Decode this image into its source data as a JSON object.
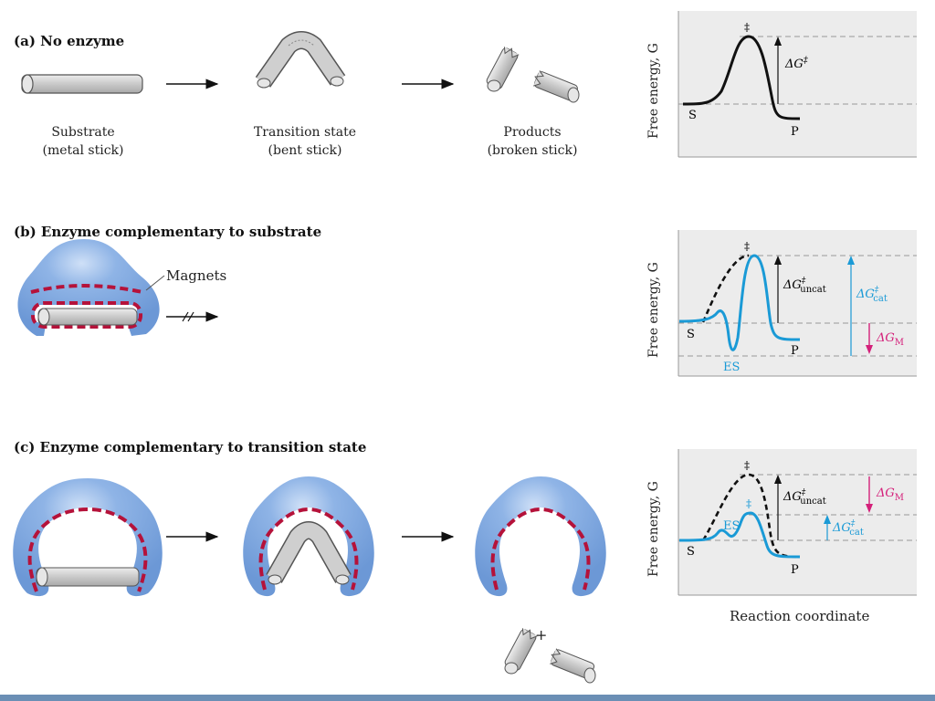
{
  "panels": {
    "a": {
      "title": "(a) No enzyme",
      "captions": [
        {
          "line1": "Substrate",
          "line2": "(metal stick)"
        },
        {
          "line1": "Transition state",
          "line2": "(bent stick)"
        },
        {
          "line1": "Products",
          "line2": "(broken stick)"
        }
      ]
    },
    "b": {
      "title": "(b) Enzyme complementary to substrate",
      "magnets_label": "Magnets"
    },
    "c": {
      "title": "(c) Enzyme complementary to transition state",
      "plus": "+"
    }
  },
  "graphs": {
    "ylabel": "Free energy, G",
    "xlabel": "Reaction coordinate",
    "labels": {
      "S": "S",
      "P": "P",
      "ES": "ES",
      "dagger": "‡",
      "dG": "ΔG",
      "uncat": "uncat",
      "cat": "cat",
      "M": "M"
    }
  },
  "colors": {
    "enzyme": "#7ea8e0",
    "enzyme_dark": "#5f8fd0",
    "magnet": "#b5123a",
    "stick": "#d0d0d0",
    "cat_curve": "#1a9ad6",
    "m_arrow": "#d4207a",
    "graph_bg": "#ececec",
    "bottom_bar": "#6b8fb5"
  }
}
